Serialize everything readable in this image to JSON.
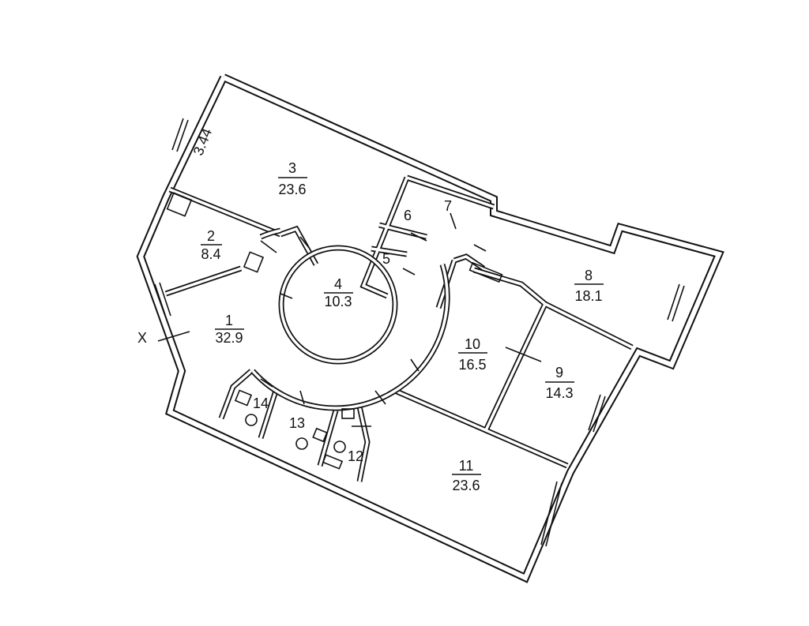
{
  "plan": {
    "dimension_label": "3.44",
    "axis_marker": "X",
    "rooms": [
      {
        "number": "1",
        "area": "32.9"
      },
      {
        "number": "2",
        "area": "8.4"
      },
      {
        "number": "3",
        "area": "23.6"
      },
      {
        "number": "4",
        "area": "10.3"
      },
      {
        "number": "5",
        "area": ""
      },
      {
        "number": "6",
        "area": ""
      },
      {
        "number": "7",
        "area": ""
      },
      {
        "number": "8",
        "area": "18.1"
      },
      {
        "number": "9",
        "area": "14.3"
      },
      {
        "number": "10",
        "area": "16.5"
      },
      {
        "number": "11",
        "area": "23.6"
      },
      {
        "number": "12",
        "area": ""
      },
      {
        "number": "13",
        "area": ""
      },
      {
        "number": "14",
        "area": ""
      }
    ]
  }
}
